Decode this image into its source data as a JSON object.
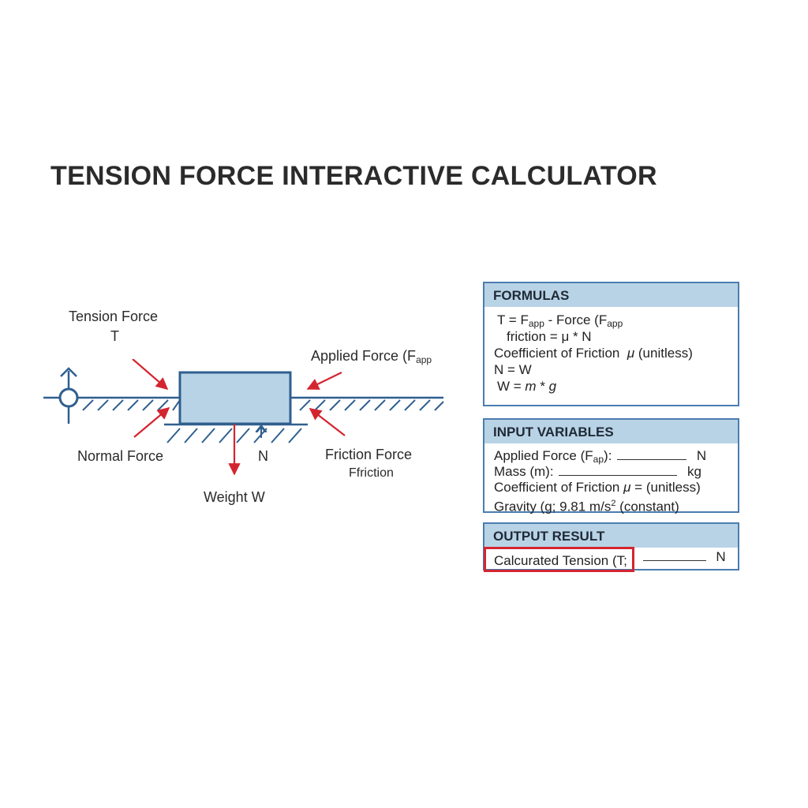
{
  "page": {
    "title": "TENSION FORCE INTERACTIVE CALCULATOR"
  },
  "diagram": {
    "tension_label": "Tension Force",
    "tension_symbol": "T",
    "applied_label": "Applied Force (F",
    "applied_sub": "app",
    "normal_label": "Normal Force",
    "normal_symbol": "N",
    "friction_label": "Friction Force",
    "friction_symbol": "F",
    "friction_sub": "friction",
    "weight_label": "Weight W",
    "colors": {
      "structure": "#2f5f8f",
      "block_fill": "#b9d3e6",
      "arrow": "#d3252f"
    }
  },
  "formulas": {
    "title": "FORMULAS",
    "line1_prefix": "T = F",
    "line1_sub1": "app",
    "line1_mid": " - Force (F",
    "line1_sub2": "app",
    "line2": "friction = μ * N",
    "line3_label": "Coefficient of Friction",
    "line3_symbol": "μ",
    "line3_unit": "(unitless)",
    "line4": "N = W",
    "line5_prefix": "W = ",
    "line5_m": "m",
    "line5_mid": " * ",
    "line5_g": "g"
  },
  "inputs": {
    "title": "INPUT VARIABLES",
    "applied_prefix": "Applied Force (F",
    "applied_sub": "ap",
    "applied_suffix": "):",
    "applied_unit": "N",
    "mass_label": "Mass (m):",
    "mass_unit": "kg",
    "coef_label": "Coefficient of Friction",
    "coef_symbol": "μ",
    "coef_unit": "= (unitless)",
    "gravity_prefix": "Gravity (g; 9.81 m/s",
    "gravity_sup": "2",
    "gravity_suffix": " (constant)"
  },
  "output": {
    "title": "OUTPUT RESULT",
    "result_label": "Calcurated Tension (T;",
    "result_unit": "N"
  }
}
